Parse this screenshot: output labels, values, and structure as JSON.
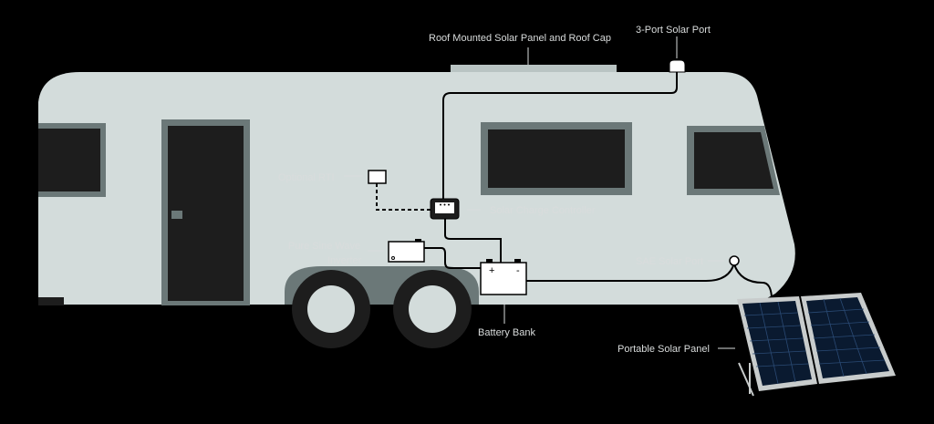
{
  "labels": {
    "roof_panel": "Roof Mounted Solar Panel and Roof Cap",
    "three_port": "3-Port Solar Port",
    "optional_rti": "Optional RTI",
    "charge_controller": "Solar Charge Controller",
    "inverter_line1": "Pure Sine Wave",
    "inverter_line2": "Inverter",
    "sae_port": "SAE Solar Port",
    "battery_bank": "Battery Bank",
    "portable_panel": "Portable Solar Panel",
    "battery_plus": "+",
    "battery_minus": "-"
  },
  "colors": {
    "background": "#000000",
    "body": "#d3dcdb",
    "trim": "#6b7878",
    "window": "#1d1d1d",
    "wiring": "#000000",
    "label_text": "#d9dcdc",
    "panel_cell": "#0a1a30",
    "panel_frame": "#c8cccc"
  }
}
